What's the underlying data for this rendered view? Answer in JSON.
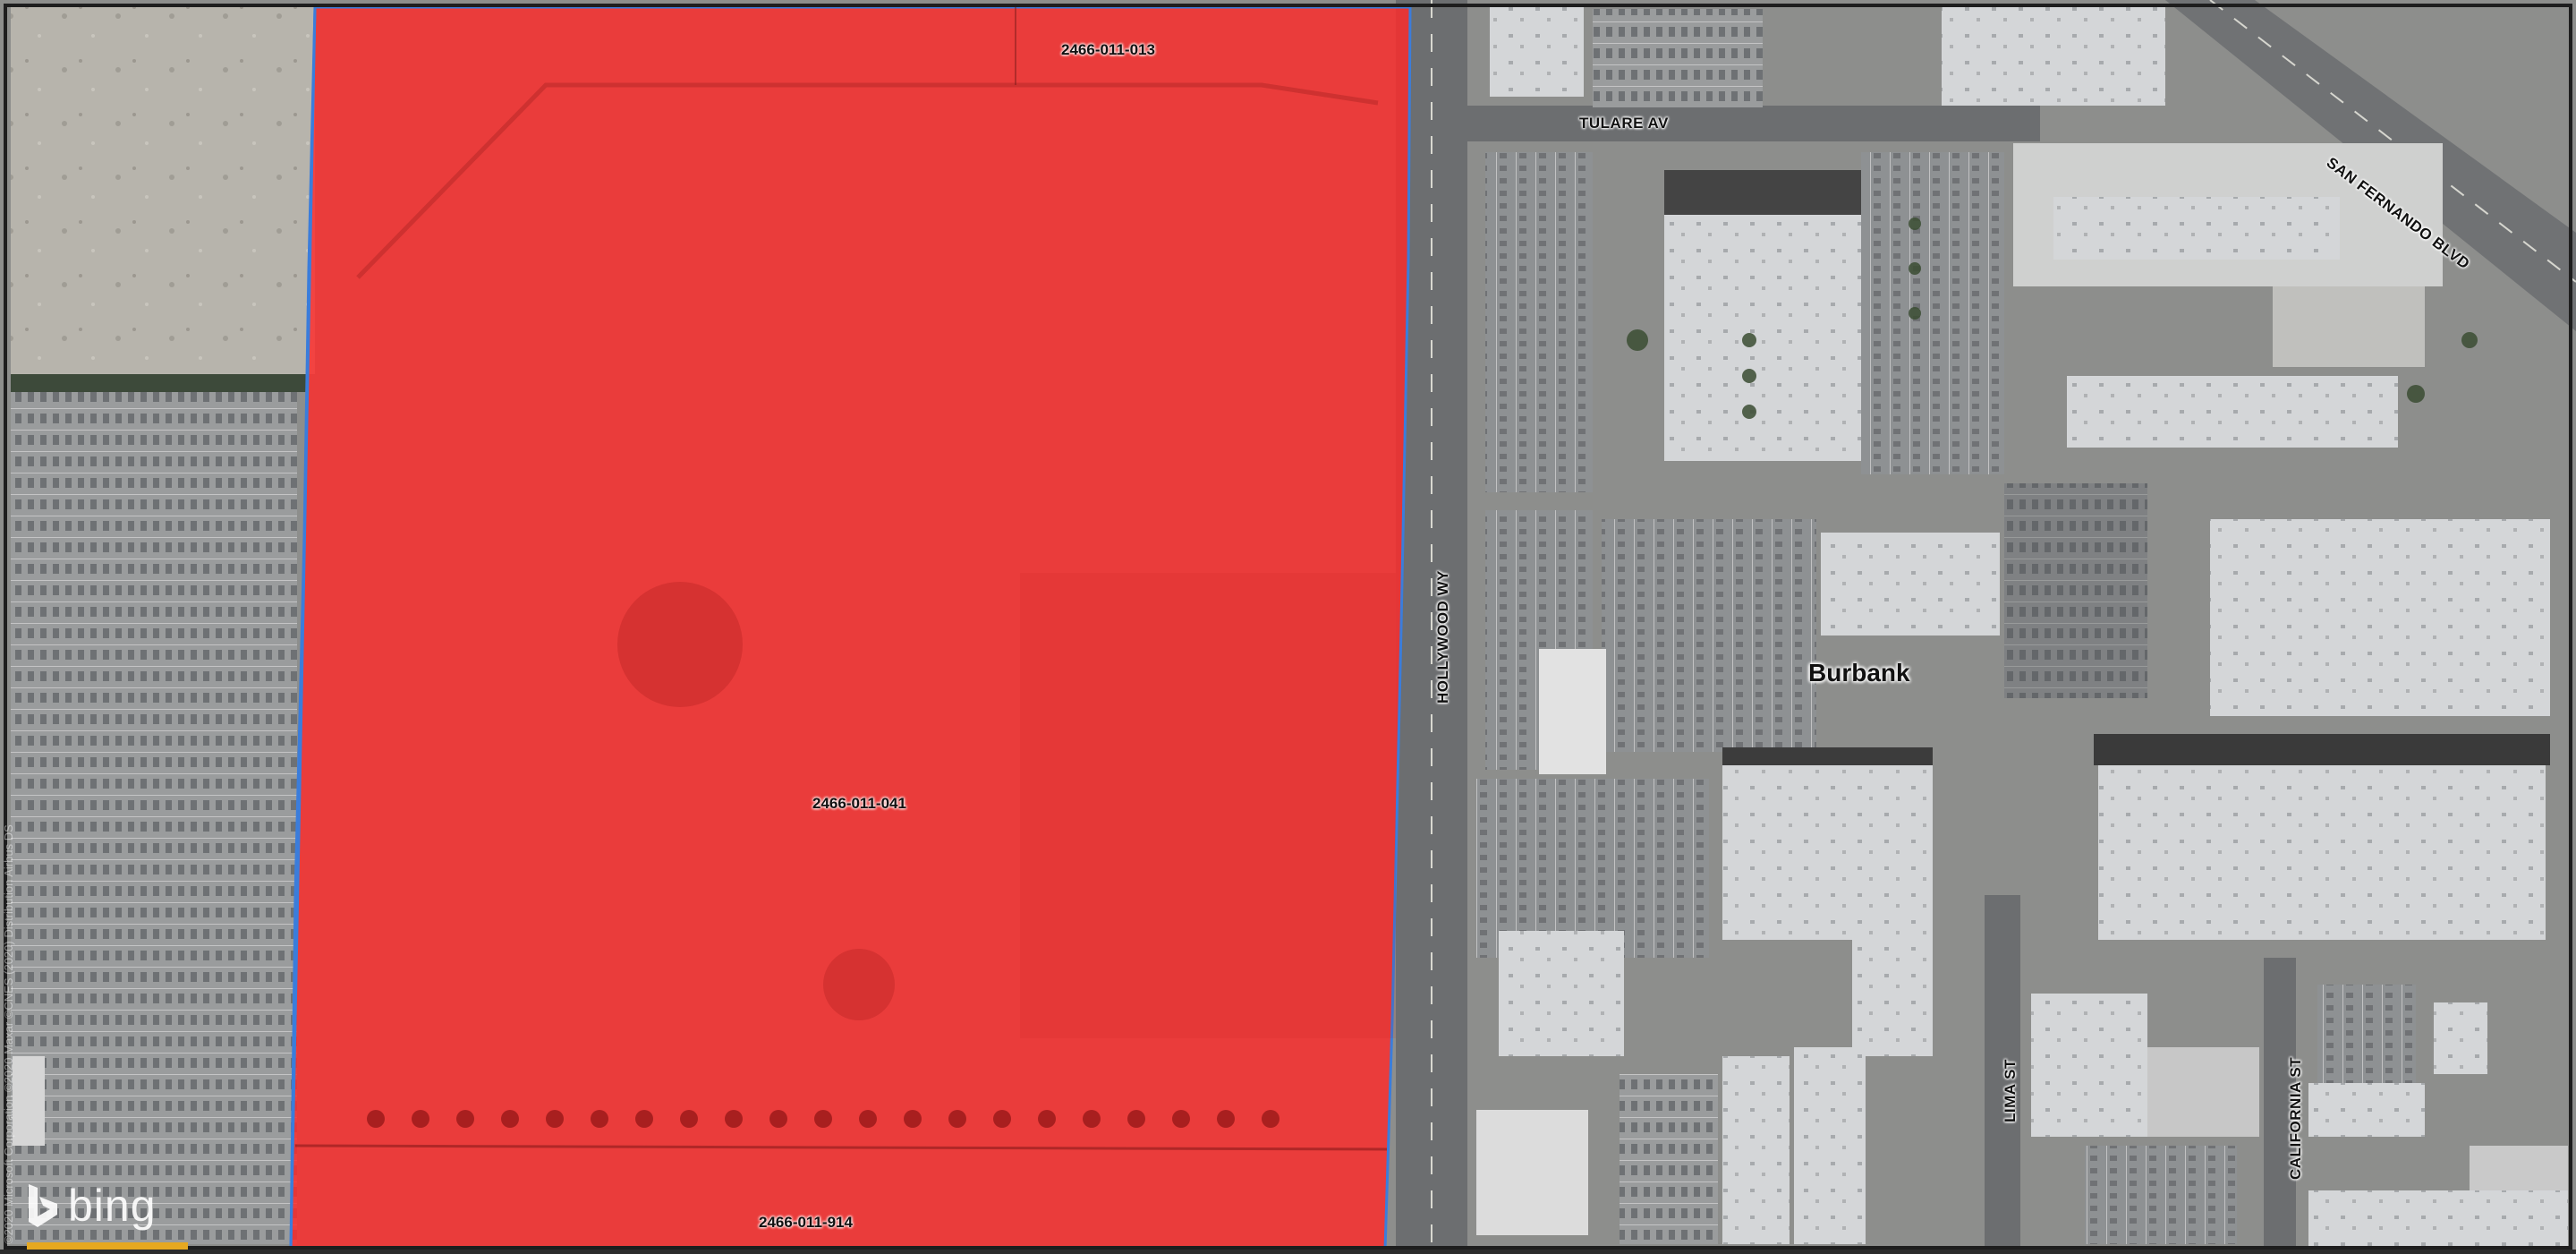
{
  "map": {
    "provider": "bing",
    "attribution": "©2020 Microsoft Corporation ©2020 Maxar ©CNES (2020) Distribution Airbus DS",
    "city_label": "Burbank",
    "streets": {
      "tulare": "TULARE AV",
      "hollywood": "HOLLYWOOD WY",
      "san_fernando": "SAN FERNANDO BLVD",
      "lima": "LIMA ST",
      "california": "CALIFORNIA ST"
    },
    "parcels": {
      "selected": "2466-011-041",
      "north": "2466-011-013",
      "south": "2466-011-914"
    },
    "colors": {
      "selected_fill": "#ff2a2a",
      "parcel_outline": "#3b7ddb"
    }
  }
}
